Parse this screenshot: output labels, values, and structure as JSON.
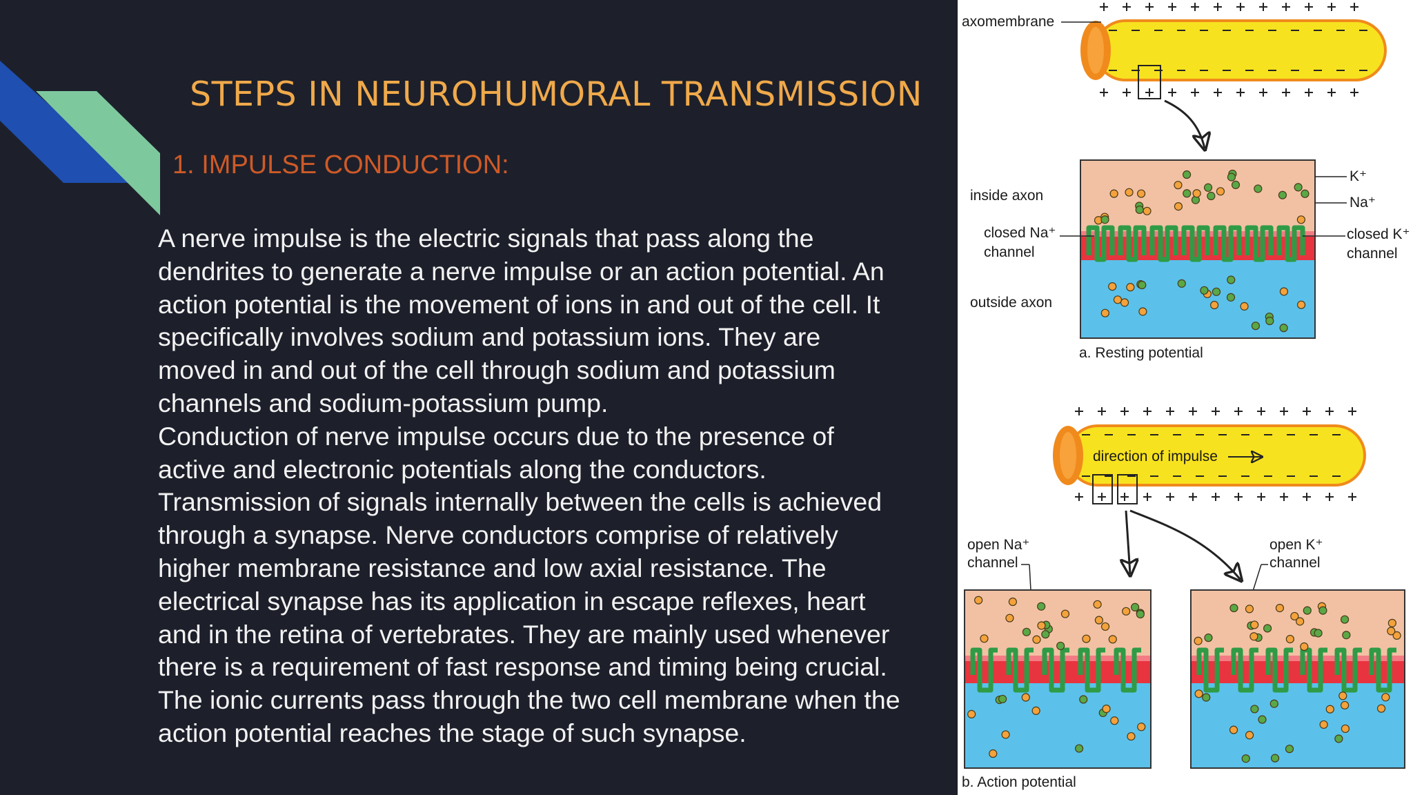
{
  "slide": {
    "title": "STEPS  IN  NEUROHUMORAL TRANSMISSION",
    "subtitle": "1. IMPULSE CONDUCTION:",
    "body_lines": [
      "A nerve impulse is the electric signals that pass along the",
      "dendrites to generate a nerve impulse or an action potential. An",
      "action potential is the movement of ions in and out of the cell. It",
      "specifically involves sodium and potassium ions. They are",
      "moved in and out of the cell through sodium and potassium",
      "channels and sodium-potassium pump.",
      "Conduction of nerve impulse occurs due to the presence of",
      "active and electronic potentials along the conductors.",
      "Transmission of signals internally between the cells is achieved",
      "through a synapse. Nerve conductors comprise of relatively",
      "higher membrane resistance and low axial resistance. The",
      "electrical synapse has its application in escape reflexes, heart",
      "and in the retina of vertebrates. They are mainly used whenever",
      "there is a requirement of fast response and timing being crucial.",
      "The ionic currents pass through the two cell membrane when the",
      "action potential reaches the stage of such synapse."
    ]
  },
  "figure": {
    "labels": {
      "axomembrane": "axomembrane",
      "inside_axon": "inside axon",
      "closed_na_1": "closed Na⁺",
      "closed_na_2": "channel",
      "outside_axon": "outside axon",
      "k_plus": "K⁺",
      "na_plus": "Na⁺",
      "closed_k_1": "closed K⁺",
      "closed_k_2": "channel",
      "resting": "a. Resting potential",
      "direction": "direction of impulse",
      "open_na_1": "open Na⁺",
      "open_na_2": "channel",
      "open_k_1": "open K⁺",
      "open_k_2": "channel",
      "action": "b. Action potential"
    },
    "colors": {
      "axon_yellow": "#f7e21f",
      "axon_orange": "#f08a1c",
      "inside_pink": "#f2c1a4",
      "outside_blue": "#5bc1ea",
      "membrane_red": "#e8343f",
      "channel_green": "#2f9b46"
    }
  }
}
